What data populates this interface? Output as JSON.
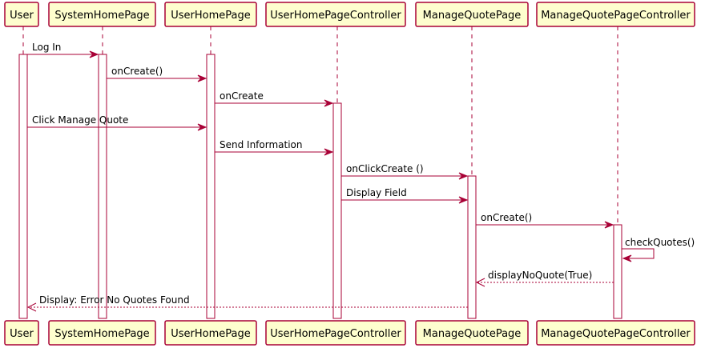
{
  "participants": [
    {
      "id": "user",
      "name": "User"
    },
    {
      "id": "shp",
      "name": "SystemHomePage"
    },
    {
      "id": "uhp",
      "name": "UserHomePage"
    },
    {
      "id": "uhpc",
      "name": "UserHomePageController"
    },
    {
      "id": "mqp",
      "name": "ManageQuotePage"
    },
    {
      "id": "mqpc",
      "name": "ManageQuotePageController"
    }
  ],
  "messages": [
    {
      "from": "user",
      "to": "shp",
      "label": "Log In",
      "style": "solid"
    },
    {
      "from": "shp",
      "to": "uhp",
      "label": "onCreate()",
      "style": "solid"
    },
    {
      "from": "uhp",
      "to": "uhpc",
      "label": "onCreate",
      "style": "solid"
    },
    {
      "from": "user",
      "to": "uhp",
      "label": "Click Manage Quote",
      "style": "solid"
    },
    {
      "from": "uhp",
      "to": "uhpc",
      "label": "Send Information",
      "style": "solid"
    },
    {
      "from": "uhpc",
      "to": "mqp",
      "label": "onClickCreate ()",
      "style": "solid"
    },
    {
      "from": "uhpc",
      "to": "mqp",
      "label": "Display Field",
      "style": "solid"
    },
    {
      "from": "mqp",
      "to": "mqpc",
      "label": "onCreate()",
      "style": "solid"
    },
    {
      "from": "mqpc",
      "to": "mqpc",
      "label": "checkQuotes()",
      "style": "self"
    },
    {
      "from": "mqpc",
      "to": "mqp",
      "label": "displayNoQuote(True)",
      "style": "dashed"
    },
    {
      "from": "mqp",
      "to": "user",
      "label": "Display: Error No Quotes Found",
      "style": "dashed"
    }
  ],
  "colors": {
    "participant_fill": "#FEFECE",
    "border": "#A80036",
    "activation_fill": "#FFFFFF"
  }
}
